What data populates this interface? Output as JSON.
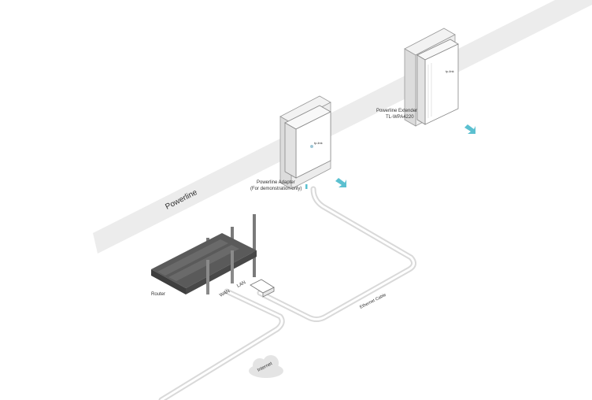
{
  "labels": {
    "powerline": "Powerline",
    "adapter_line1": "Powerline Adapter",
    "adapter_line2": "(For demonstration only)",
    "extender_line1": "Powerline Extender",
    "extender_line2": "TL-WPA4220",
    "router": "Router",
    "wan": "WAN",
    "lan": "LAN",
    "ethernet": "Ethernet Cable",
    "internet": "Internet",
    "brand": "tp-link"
  },
  "colors": {
    "arrow": "#5bc0d0",
    "band": "#ececec",
    "cable": "#d6d6d6"
  }
}
